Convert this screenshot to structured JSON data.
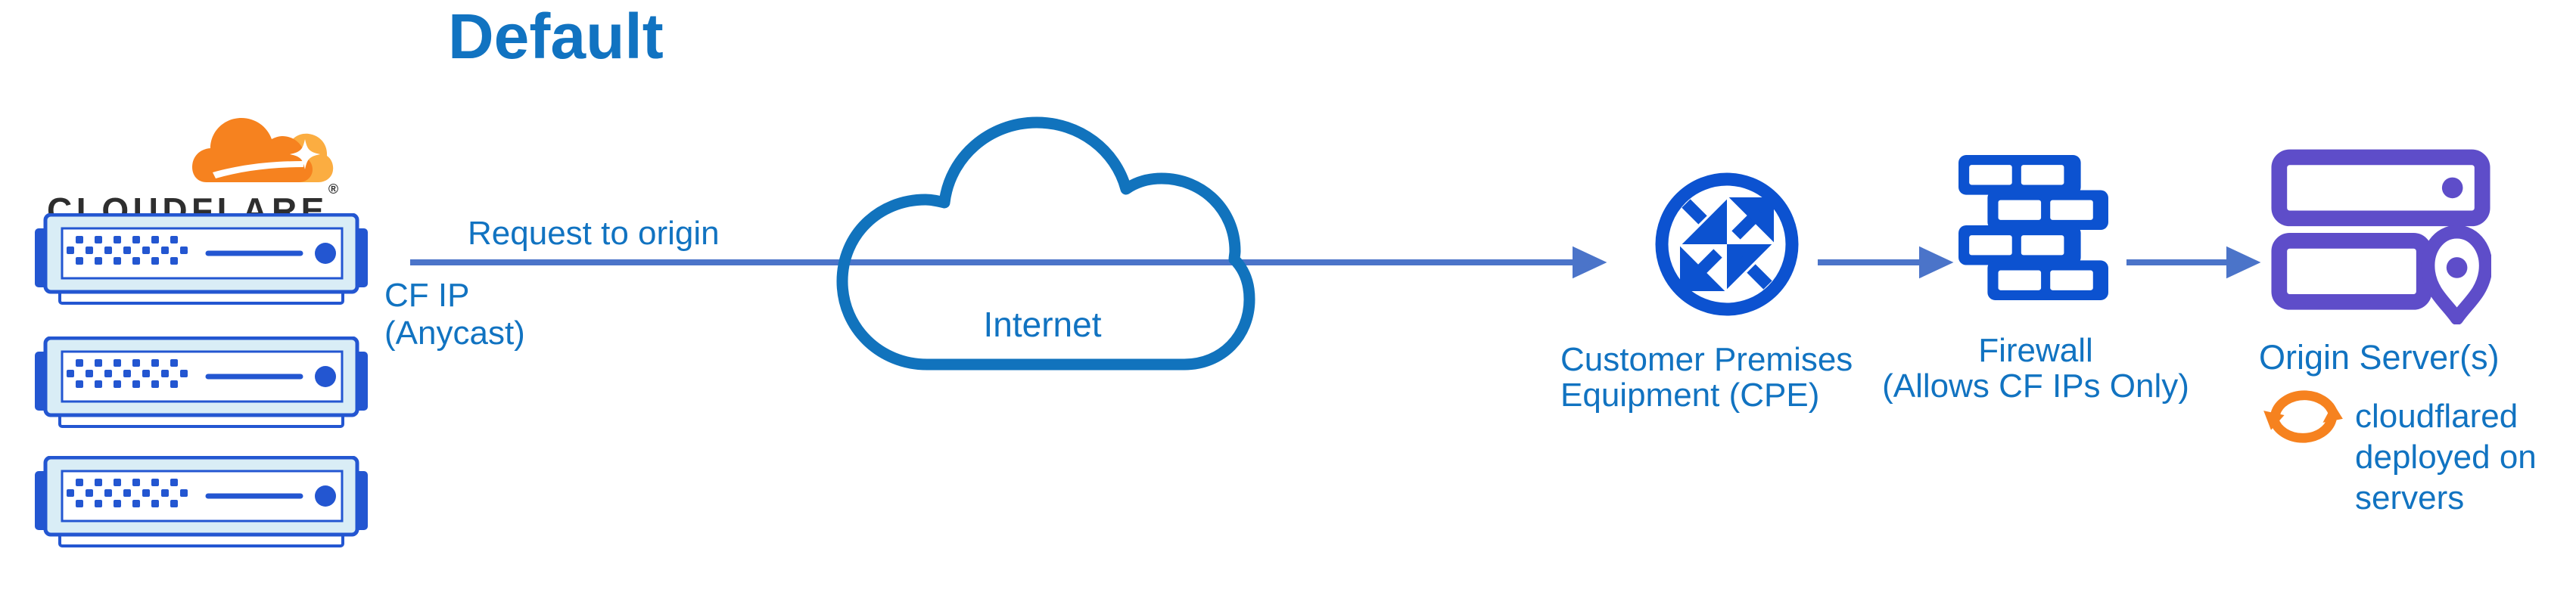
{
  "title": "Default",
  "logo": {
    "wordmark": "CLOUDFLARE",
    "registered": "®"
  },
  "edge_labels": {
    "request": "Request to origin",
    "cf_ip": [
      "CF IP",
      "(Anycast)"
    ]
  },
  "nodes": {
    "cloudflare_servers": {
      "icon": "server-rack-icon",
      "count": 3
    },
    "internet": {
      "icon": "internet-cloud-icon",
      "label": "Internet"
    },
    "cpe": {
      "icon": "cpe-router-icon",
      "label": [
        "Customer Premises",
        "Equipment (CPE)"
      ]
    },
    "firewall": {
      "icon": "firewall-icon",
      "label": [
        "Firewall",
        "(Allows CF IPs Only)"
      ]
    },
    "origin": {
      "icon": "origin-servers-icon",
      "label": "Origin Server(s)"
    },
    "cloudflared": {
      "icon": "sync-icon",
      "note": [
        "cloudflared",
        "deployed on",
        "servers"
      ]
    }
  },
  "colors": {
    "text-blue": "#1173c1",
    "arrow-blue": "#4b74c9",
    "icon-blue": "#0c52d0",
    "server-blue": "#2356d1",
    "server-fill": "#d9edf6",
    "cloud-blue": "#1173bd",
    "purple": "#5e4dc9",
    "orange": "#f6821f",
    "orange-light": "#fbad41",
    "ink": "#2e2e2e"
  }
}
